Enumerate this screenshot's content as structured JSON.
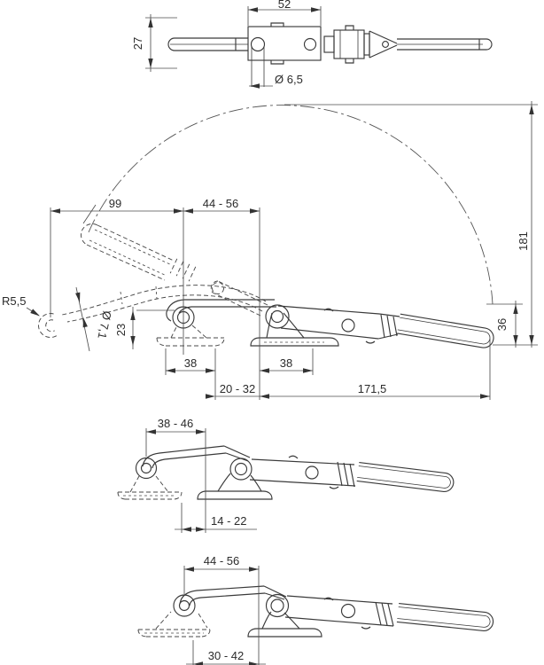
{
  "drawing": {
    "type": "engineering-drawing-toggle-latch-clamp",
    "colors": {
      "line": "#3a3a3a",
      "dimension": "#4f4f4f",
      "background": "#ffffff"
    },
    "views": {
      "top": {
        "length": "52",
        "width": "27",
        "hole_diameter": "Ø 6,5"
      },
      "main": {
        "hook_reach": "99",
        "adjust_range": "44 - 56",
        "swing_height": "181",
        "handle_height": "36",
        "hook_radius": "R5,5",
        "rod_diameter": "Ø 7,1",
        "latch_height": "23",
        "base_width_left": "38",
        "base_width_right": "38",
        "base_gap": "20 - 32",
        "overall_length": "171,5"
      },
      "mid": {
        "adjust_range": "38 - 46",
        "base_gap": "14 - 22"
      },
      "bottom": {
        "adjust_range": "44 - 56",
        "base_gap": "30 - 42"
      }
    }
  }
}
